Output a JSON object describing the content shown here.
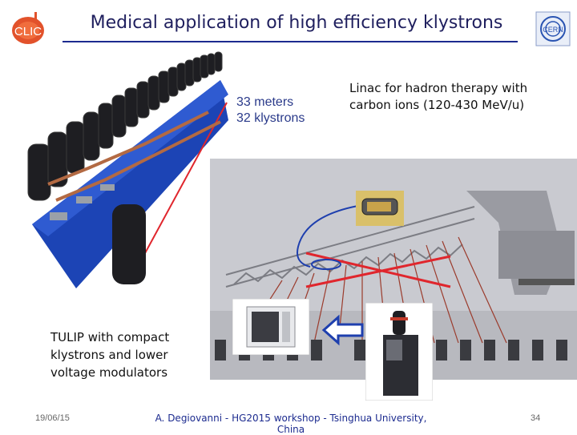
{
  "slide": {
    "title": "Medical application of high efficiency klystrons",
    "labels": {
      "meters_line1": "33 meters",
      "meters_line2": "32 klystrons",
      "linac_line1": "Linac for hadron therapy with",
      "linac_line2": "carbon ions (120-430 MeV/u)",
      "tulip_line1": "TULIP with compact",
      "tulip_line2": "klystrons and lower",
      "tulip_line3": "voltage modulators"
    },
    "logos": {
      "left": "CLIC",
      "right": "CERN"
    },
    "footer": {
      "date": "19/06/15",
      "center": "A. Degiovanni - HG2015 workshop - Tsinghua University, China",
      "page": "34"
    }
  },
  "colors": {
    "title": "#1f1f5e",
    "rule": "#1c2b8f",
    "accent_red": "#e0262d",
    "clic_orange": "#e2522b",
    "arrow_blue": "#1e3fae"
  }
}
